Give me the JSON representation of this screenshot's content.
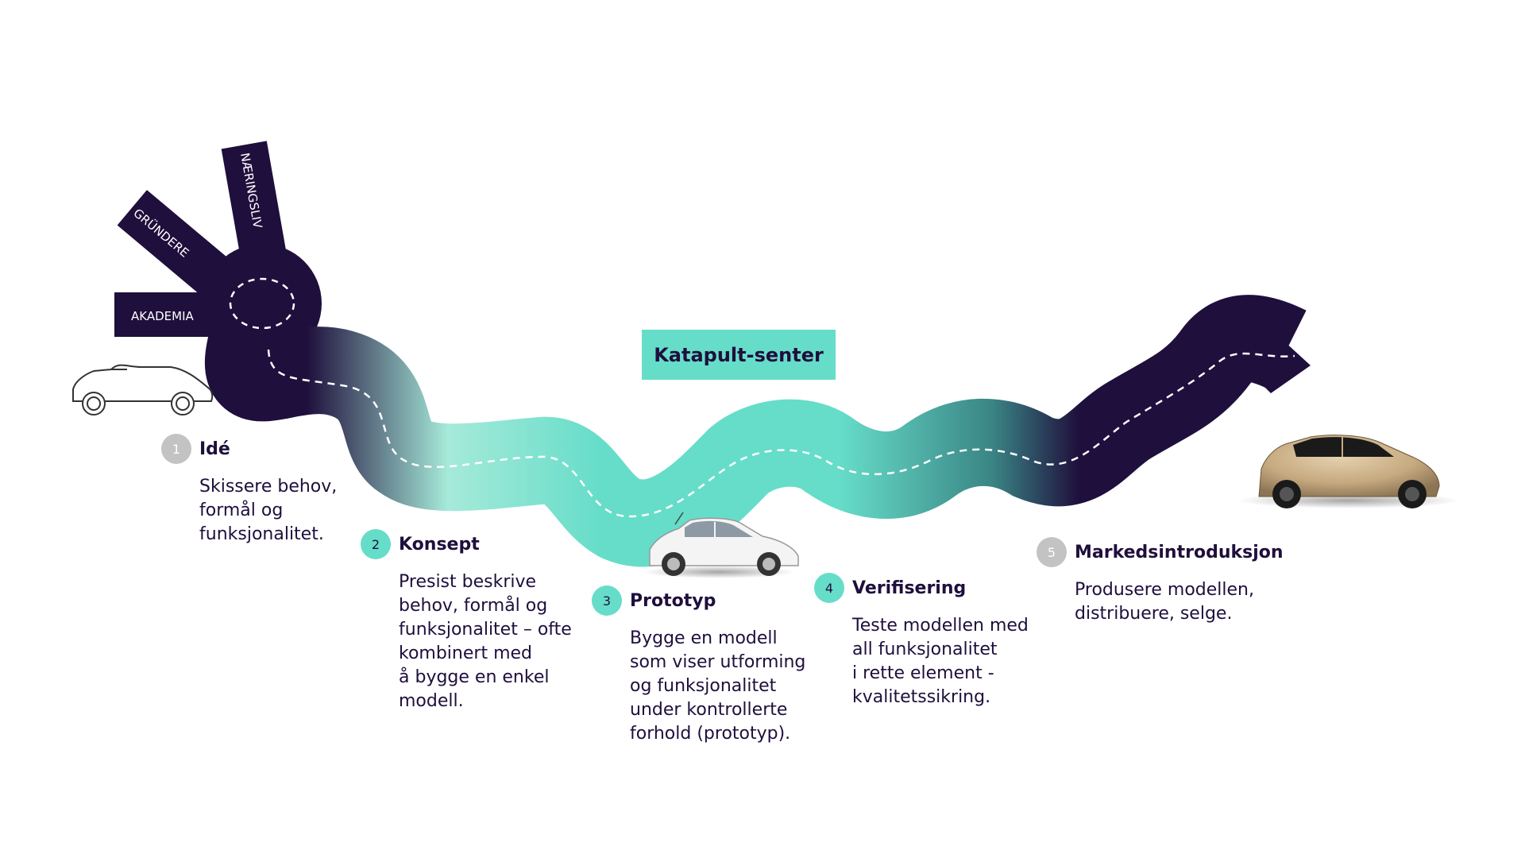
{
  "roads": {
    "akademia": "AKADEMIA",
    "grundere": "GRÜNDERE",
    "naeringsliv": "NÆRINGSLIV"
  },
  "center_label": "Katapult-senter",
  "steps": [
    {
      "number": "1",
      "title": "Idé",
      "description": "Skissere behov,\nformål og\nfunksjonalitet."
    },
    {
      "number": "2",
      "title": "Konsept",
      "description": "Presist beskrive\nbehov, formål og\nfunksjonalitet – ofte\nkombinert med\nå bygge en enkel\nmodell."
    },
    {
      "number": "3",
      "title": "Prototyp",
      "description": "Bygge en modell\nsom viser utforming\nog funksjonalitet\nunder kontrollerte\nforhold (prototyp)."
    },
    {
      "number": "4",
      "title": "Verifisering",
      "description": "Teste modellen med\nall funksjonalitet\ni rette element -\nkvalitetssikring."
    },
    {
      "number": "5",
      "title": "Markedsintroduksjon",
      "description": "Produsere modellen,\ndistribuere, selge."
    }
  ],
  "colors": {
    "dark_purple": "#1f0f3c",
    "teal": "#66ddc9",
    "grey_badge": "#c3c3c3",
    "car_gold": "#c8ad86"
  }
}
